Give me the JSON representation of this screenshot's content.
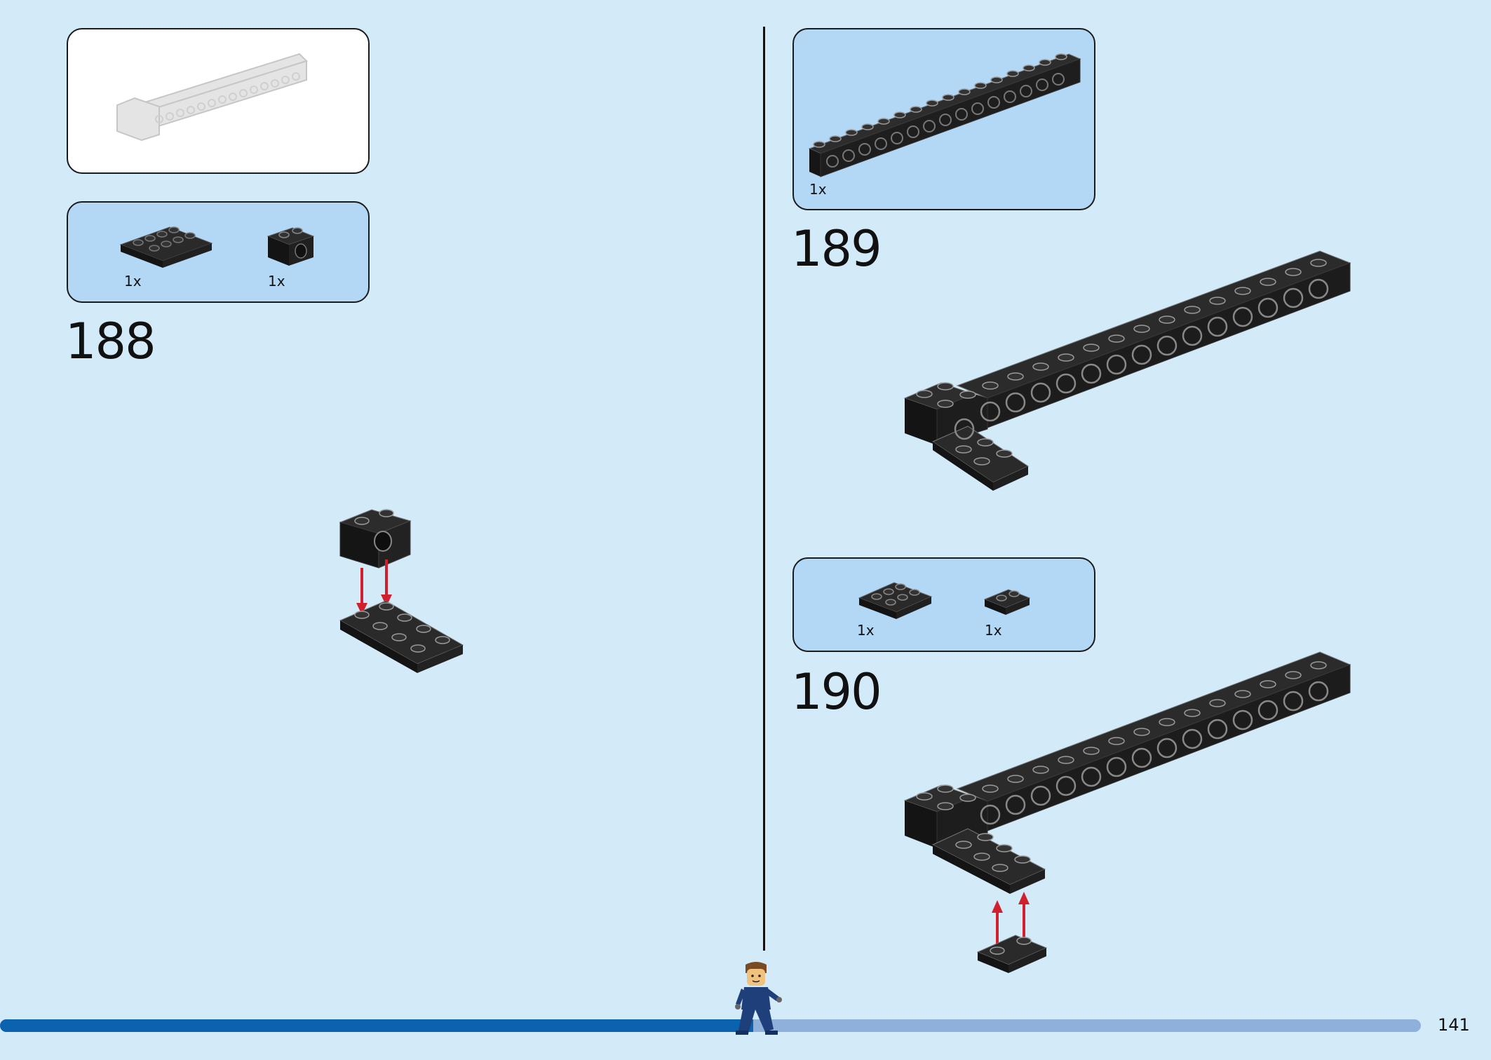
{
  "left_column": {
    "submodel_panel": {
      "image": "submodel-preview-gray-beam"
    },
    "parts_panel": {
      "items": [
        {
          "icon": "black-plate-2x4",
          "qty": "1x"
        },
        {
          "icon": "black-technic-brick-1x2",
          "qty": "1x"
        }
      ]
    },
    "step": {
      "number": "188"
    }
  },
  "right_column": {
    "parts_panel_top": {
      "items": [
        {
          "icon": "black-technic-beam-1x16",
          "qty": "1x"
        }
      ]
    },
    "step_a": {
      "number": "189"
    },
    "parts_panel_middle": {
      "items": [
        {
          "icon": "black-plate-2x3",
          "qty": "1x"
        },
        {
          "icon": "black-plate-1x2",
          "qty": "1x"
        }
      ]
    },
    "step_b": {
      "number": "190"
    }
  },
  "footer": {
    "page_number": "141",
    "progress": 0.53,
    "progress_color": "#0b63b0",
    "track_color": "#8fb0da",
    "mascot": "minifigure-runner"
  },
  "colors": {
    "background": "#d3ebf9",
    "parts_panel": "#b2d8f6",
    "brick": "#1f1f1f",
    "arrow": "#d0202e"
  }
}
